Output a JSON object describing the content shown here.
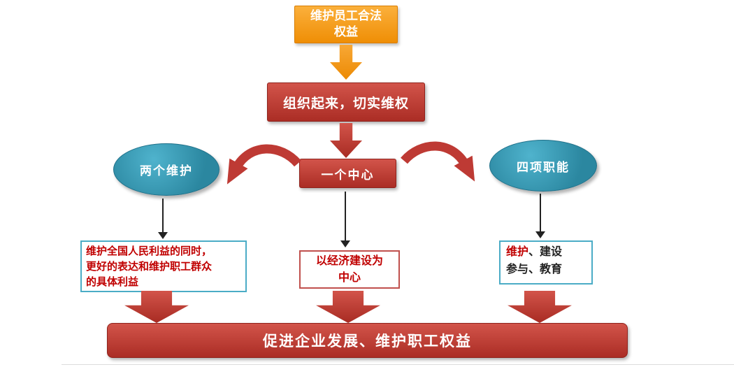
{
  "diagram": {
    "top_box": {
      "label": "维护员工合法权益"
    },
    "second_box": {
      "label": "组织起来，切实维权"
    },
    "left_ellipse": {
      "label": "两个维护"
    },
    "center_box": {
      "label": "一个中心"
    },
    "right_ellipse": {
      "label": "四项职能"
    },
    "left_note": {
      "lines": [
        "维护全国人民利益的同时，",
        "更好的表达和维护职工群众",
        "的具体利益"
      ]
    },
    "center_note": {
      "lines": [
        "以经济建设为",
        "中心"
      ]
    },
    "right_note": {
      "line1_red": "维护",
      "line1_rest": "、建设",
      "line2": "参与、教育"
    },
    "banner": {
      "label": "促进企业发展、维护职工权益"
    },
    "colors": {
      "red": "#BE3A34",
      "orange": "#F39C1F",
      "teal": "#2E93AE",
      "note_text_red": "#C00000"
    }
  }
}
